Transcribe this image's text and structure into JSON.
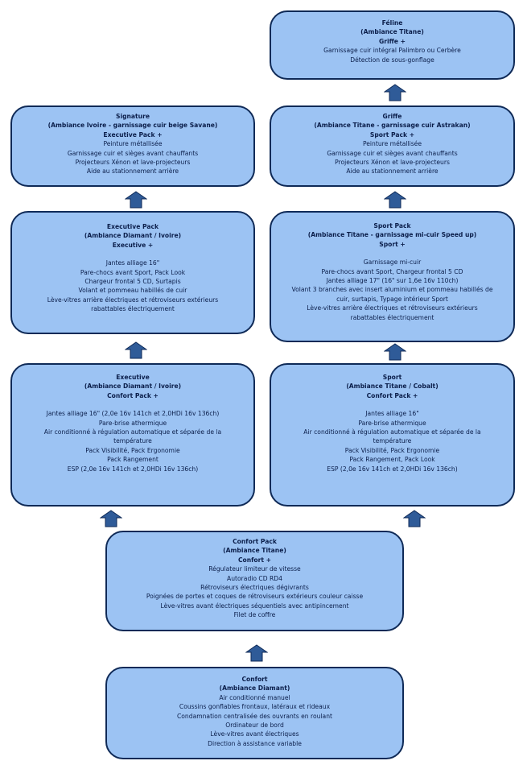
{
  "colors": {
    "box_fill": "#9cc3f3",
    "box_border": "#0f2a57",
    "arrow_fill": "#2f5b98"
  },
  "icons": {
    "arrow": "arrow-up-icon"
  },
  "feline": {
    "title": [
      "Féline",
      "(Ambiance Titane)",
      "Griffe +"
    ],
    "items": [
      "Garnissage cuir intégral Palimbro ou Cerbère",
      "Détection de sous-gonflage"
    ]
  },
  "griffe": {
    "title": [
      "Griffe",
      "(Ambiance Titane - garnissage cuir Astrakan)",
      "Sport Pack +"
    ],
    "items": [
      "Peinture métallisée",
      "Garnissage cuir et sièges avant chauffants",
      "Projecteurs Xénon et lave-projecteurs",
      "Aide au stationnement arrière"
    ]
  },
  "signature": {
    "title": [
      "Signature",
      "(Ambiance Ivoire - garnissage cuir beige Savane)",
      "Executive Pack +"
    ],
    "items": [
      "Peinture métallisée",
      "Garnissage cuir et sièges avant chauffants",
      "Projecteurs Xénon et lave-projecteurs",
      "Aide au stationnement arrière"
    ]
  },
  "executive_pack": {
    "title": [
      "Executive Pack",
      "(Ambiance Diamant / Ivoire)",
      "Executive +"
    ],
    "items": [
      "Jantes alliage 16\"",
      "Pare-chocs avant Sport, Pack Look",
      "Chargeur frontal 5 CD, Surtapis",
      "Volant et pommeau habillés de cuir",
      "Lève-vitres arrière électriques et rétroviseurs extérieurs",
      "rabattables électriquement"
    ]
  },
  "sport_pack": {
    "title": [
      "Sport Pack",
      "(Ambiance Titane - garnissage mi-cuir Speed up)",
      "Sport +"
    ],
    "items": [
      "Garnissage mi-cuir",
      "Pare-chocs avant Sport, Chargeur frontal 5 CD",
      "Jantes alliage 17\" (16\" sur 1,6e 16v 110ch)",
      "Volant 3 branches avec insert aluminium et pommeau habillés de",
      "cuir, surtapis, Typage intérieur Sport",
      "Lève-vitres arrière électriques et rétroviseurs extérieurs",
      "rabattables électriquement"
    ]
  },
  "executive": {
    "title": [
      "Executive",
      "(Ambiance Diamant / Ivoire)",
      "Confort Pack +"
    ],
    "items": [
      "Jantes alliage 16\" (2,0e 16v 141ch et 2,0HDi 16v 136ch)",
      "Pare-brise athermique",
      "Air conditionné à régulation automatique et séparée de la",
      "température",
      "Pack Visibilité, Pack Ergonomie",
      "Pack Rangement",
      "ESP (2,0e 16v 141ch et 2,0HDi 16v 136ch)"
    ]
  },
  "sport": {
    "title": [
      "Sport",
      "(Ambiance Titane / Cobalt)",
      "Confort Pack +"
    ],
    "items": [
      "Jantes alliage 16\"",
      "Pare-brise athermique",
      "Air conditionné à régulation automatique et séparée de la",
      "température",
      "Pack Visibilité, Pack Ergonomie",
      "Pack Rangement, Pack Look",
      "ESP (2,0e 16v 141ch et 2,0HDi 16v 136ch)"
    ]
  },
  "confort_pack": {
    "title": [
      "Confort Pack",
      "(Ambiance Titane)",
      "Confort +"
    ],
    "items": [
      "Régulateur limiteur de vitesse",
      "Autoradio CD RD4",
      "Rétroviseurs électriques dégivrants",
      "Poignées de portes et coques de rétroviseurs extérieurs couleur caisse",
      "Lève-vitres avant électriques séquentiels avec antipincement",
      "Filet de coffre"
    ]
  },
  "confort": {
    "title": [
      "Confort",
      "(Ambiance Diamant)"
    ],
    "items": [
      "Air conditionné manuel",
      "Coussins gonflables frontaux, latéraux et rideaux",
      "Condamnation centralisée des ouvrants en roulant",
      "Ordinateur de bord",
      "Lève-vitres avant électriques",
      "Direction à assistance variable"
    ]
  }
}
